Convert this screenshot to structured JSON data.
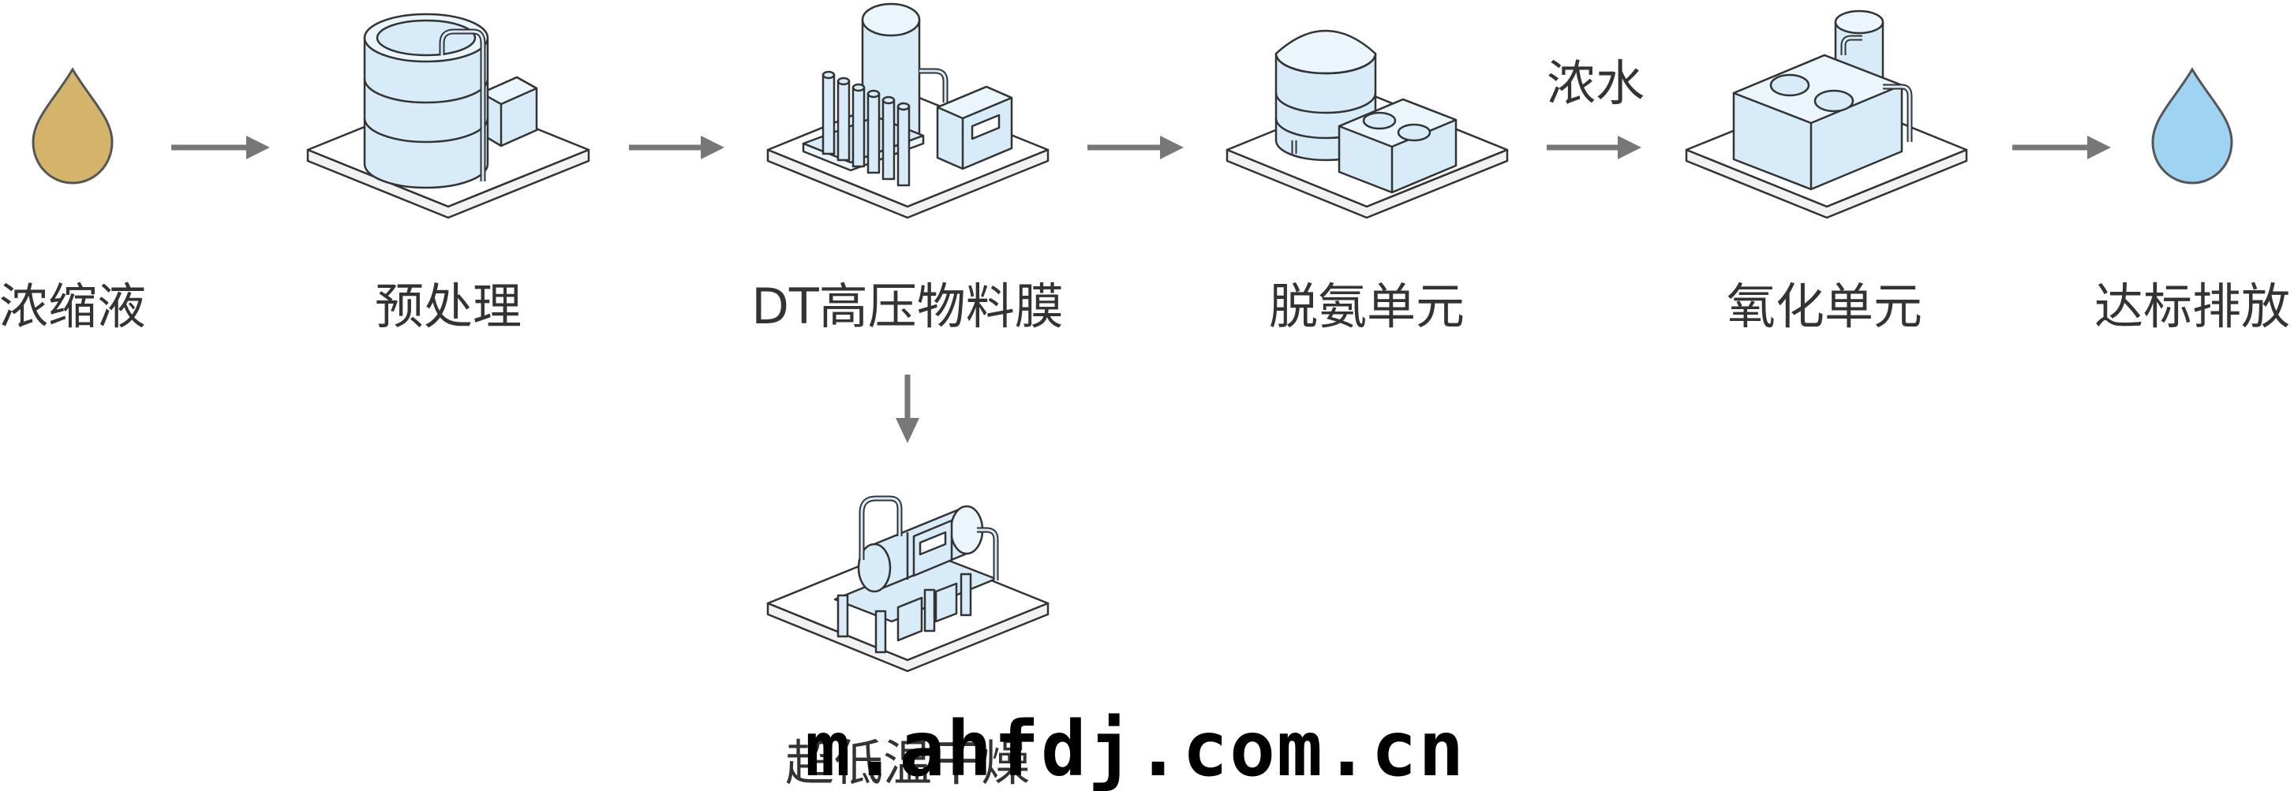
{
  "diagram": {
    "stages": [
      {
        "id": "source",
        "label": "浓缩液"
      },
      {
        "id": "pretreat",
        "label": "预处理"
      },
      {
        "id": "dtro",
        "label": "DT高压物料膜"
      },
      {
        "id": "deammonia",
        "label": "脱氨单元"
      },
      {
        "id": "oxidation",
        "label": "氧化单元"
      },
      {
        "id": "discharge",
        "label": "达标排放"
      }
    ],
    "branch": {
      "label": "超低温干燥"
    },
    "edge_label": "浓水",
    "watermark": "m.ahfdj.com.cn"
  },
  "colors": {
    "source_drop": "#D4B46A",
    "clean_drop": "#9ED3F2",
    "equipment_fill": "#D7ECF8",
    "outline": "#333333",
    "arrow": "#777777",
    "text": "#333333"
  }
}
